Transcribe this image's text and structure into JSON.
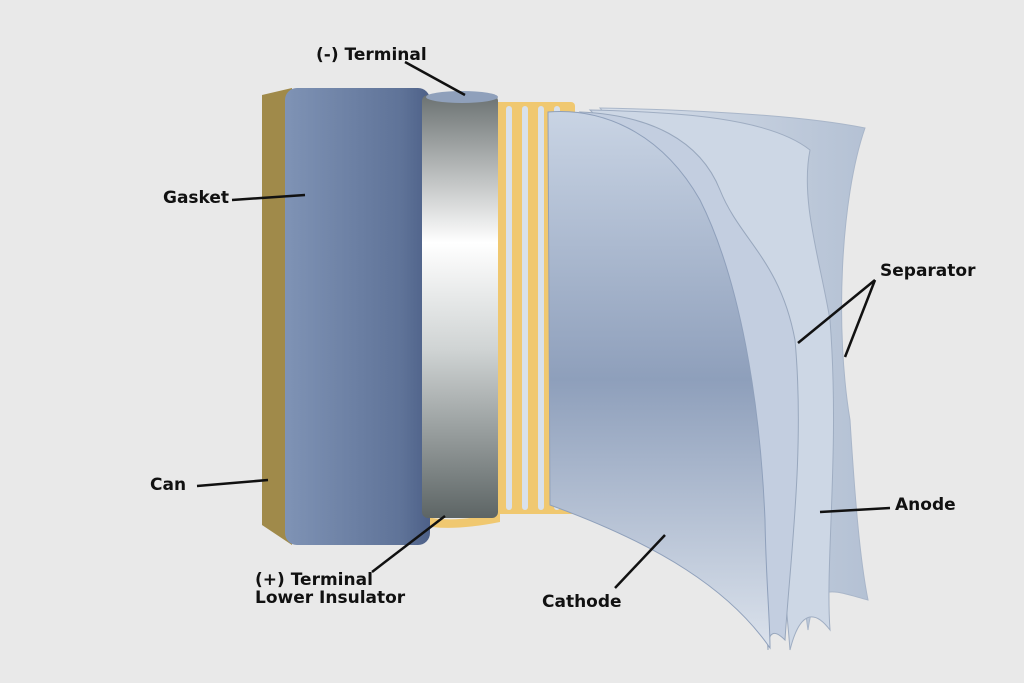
{
  "labels": {
    "neg_terminal": "(-) Terminal",
    "gasket": "Gasket",
    "can": "Can",
    "pos_terminal": "(+) Terminal",
    "lower_insulator": "Lower Insulator",
    "cathode": "Cathode",
    "separator": "Separator",
    "anode": "Anode"
  },
  "colors": {
    "background": "#e9e9e9",
    "can": "#a08a4a",
    "gasket": "#6b7fa3",
    "insulator": "#f0c870",
    "sheet": "#b9c6d9"
  }
}
